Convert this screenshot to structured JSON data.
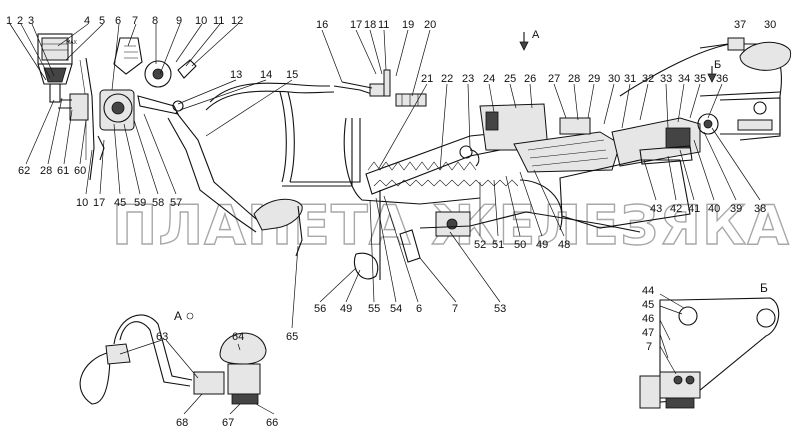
{
  "watermark": "ПЛАНЕТА ЖЕЛЕЗЯКА",
  "view_labels": {
    "view_a": "А",
    "view_b": "Б",
    "inset_a": "А",
    "inset_b": "Б"
  },
  "callouts": {
    "top_left": [
      "1",
      "2",
      "3",
      "4",
      "5",
      "6",
      "7",
      "8",
      "9",
      "10",
      "11",
      "12"
    ],
    "top_middle": [
      "16",
      "17",
      "18",
      "11",
      "19",
      "20"
    ],
    "top_right": [
      "37",
      "30"
    ],
    "row_13_15": [
      "13",
      "14",
      "15"
    ],
    "row_21_36": [
      "21",
      "22",
      "23",
      "24",
      "25",
      "26",
      "27",
      "28",
      "29",
      "30",
      "31",
      "32",
      "33",
      "34",
      "35",
      "36"
    ],
    "left_lower": [
      "62",
      "28",
      "61",
      "60"
    ],
    "left_bottom": [
      "10",
      "17",
      "45",
      "59",
      "58",
      "57"
    ],
    "center_52_48": [
      "52",
      "51",
      "50",
      "49",
      "48"
    ],
    "right_43_38": [
      "43",
      "42",
      "41",
      "40",
      "39",
      "38"
    ],
    "bottom_center": [
      "56",
      "49",
      "55",
      "54",
      "6",
      "7",
      "53"
    ],
    "pedal": "65",
    "inset_a_nums": [
      "63",
      "64",
      "68",
      "67",
      "66"
    ],
    "inset_b_nums": [
      "44",
      "45",
      "46",
      "47",
      "7"
    ]
  }
}
